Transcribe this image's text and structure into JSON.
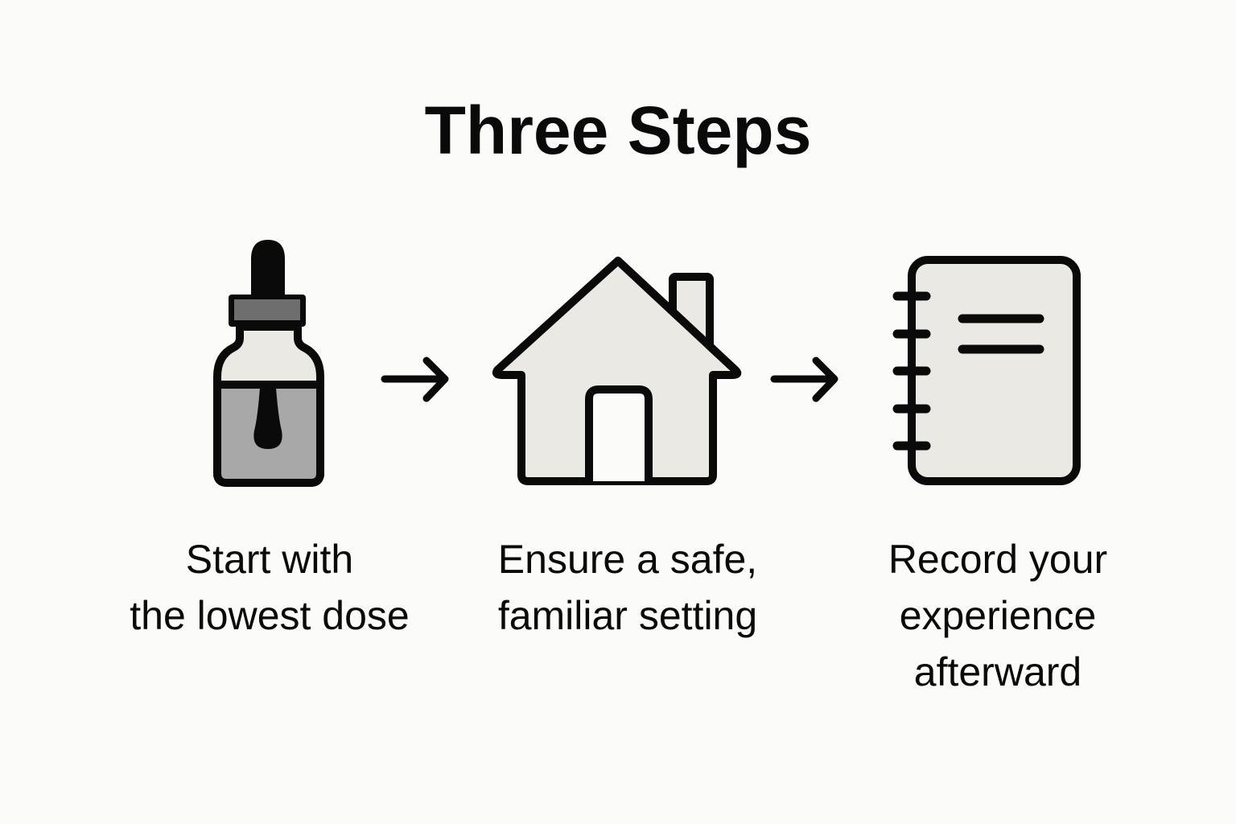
{
  "title": "Three Steps",
  "colors": {
    "background": "#fbfbf9",
    "stroke": "#0a0a0a",
    "icon_fill": "#ebe9e3",
    "liquid": "#a8a8a8",
    "cap_band": "#6e6e6e"
  },
  "steps": [
    {
      "icon": "dropper-bottle-icon",
      "caption_lines": [
        "Start with",
        "the lowest dose"
      ]
    },
    {
      "icon": "house-icon",
      "caption_lines": [
        "Ensure a safe,",
        "familiar setting"
      ]
    },
    {
      "icon": "notebook-icon",
      "caption_lines": [
        "Record your",
        "experience",
        "afterward"
      ]
    }
  ],
  "connectors": [
    {
      "icon": "arrow-right-icon"
    },
    {
      "icon": "arrow-right-icon"
    }
  ]
}
